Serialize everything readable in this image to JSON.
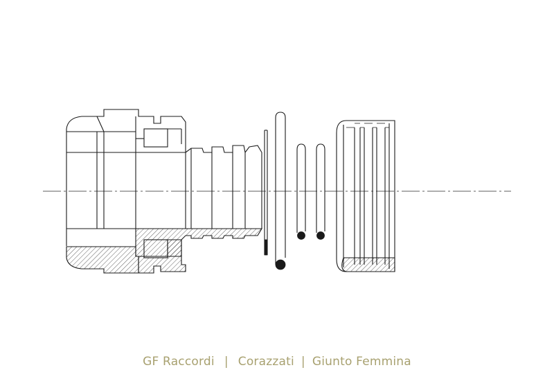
{
  "caption": {
    "brand": "GF Raccordi",
    "separator_1": "|",
    "category": "Corazzati",
    "separator_2": "|",
    "product": "Giunto Femmina"
  },
  "colors": {
    "caption_text": "#a8a170",
    "line": "#1a1a1a",
    "background": "#ffffff"
  }
}
